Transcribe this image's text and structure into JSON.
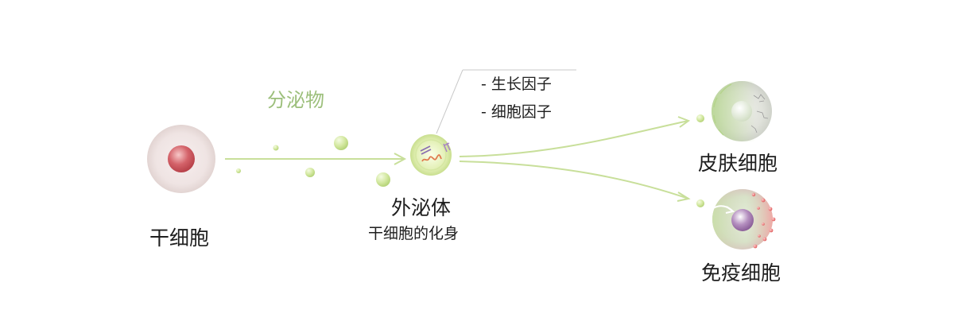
{
  "diagram": {
    "secretion_label": "分泌物",
    "stem_cell_label": "干细胞",
    "exosome_label": "外泌体",
    "exosome_subtitle": "干细胞的化身",
    "factors": [
      "- 生长因子",
      "- 细胞因子"
    ],
    "skin_cell_label": "皮肤细胞",
    "immune_cell_label": "免疫细胞"
  },
  "colors": {
    "arrow": "#c8df9a",
    "vesicle": "#d6ea9c",
    "stem_nucleus": "#c84b53",
    "immune_nucleus": "#9a6fa6",
    "immune_dots": "#e86a6a",
    "label_green": "#9cbf7b"
  }
}
